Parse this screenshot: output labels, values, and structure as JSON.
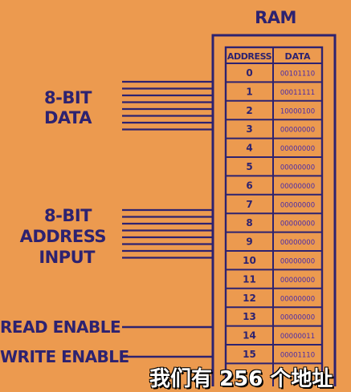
{
  "ram": {
    "title": "RAM",
    "header_address": "ADDRESS",
    "header_data": "DATA",
    "rows": [
      {
        "address": "0",
        "data": "00101110"
      },
      {
        "address": "1",
        "data": "00011111"
      },
      {
        "address": "2",
        "data": "10000100"
      },
      {
        "address": "3",
        "data": "00000000"
      },
      {
        "address": "4",
        "data": "00000000"
      },
      {
        "address": "5",
        "data": "00000000"
      },
      {
        "address": "6",
        "data": "00000000"
      },
      {
        "address": "7",
        "data": "00000000"
      },
      {
        "address": "8",
        "data": "00000000"
      },
      {
        "address": "9",
        "data": "00000000"
      },
      {
        "address": "10",
        "data": "00000000"
      },
      {
        "address": "11",
        "data": "00000000"
      },
      {
        "address": "12",
        "data": "00000000"
      },
      {
        "address": "13",
        "data": "00000000"
      },
      {
        "address": "14",
        "data": "00000011"
      },
      {
        "address": "15",
        "data": "00001110"
      }
    ]
  },
  "labels": {
    "data_line1": "8-BIT",
    "data_line2": "DATA",
    "address_line1": "8-BIT",
    "address_line2": "ADDRESS",
    "address_line3": "INPUT",
    "read_enable": "READ ENABLE",
    "write_enable": "WRITE ENABLE"
  },
  "subtitle": "我们有 256 个地址",
  "colors": {
    "background": "#ec9a4f",
    "ink": "#2d2270",
    "data_text": "#4a2aa8",
    "subtitle": "#ffffff"
  }
}
